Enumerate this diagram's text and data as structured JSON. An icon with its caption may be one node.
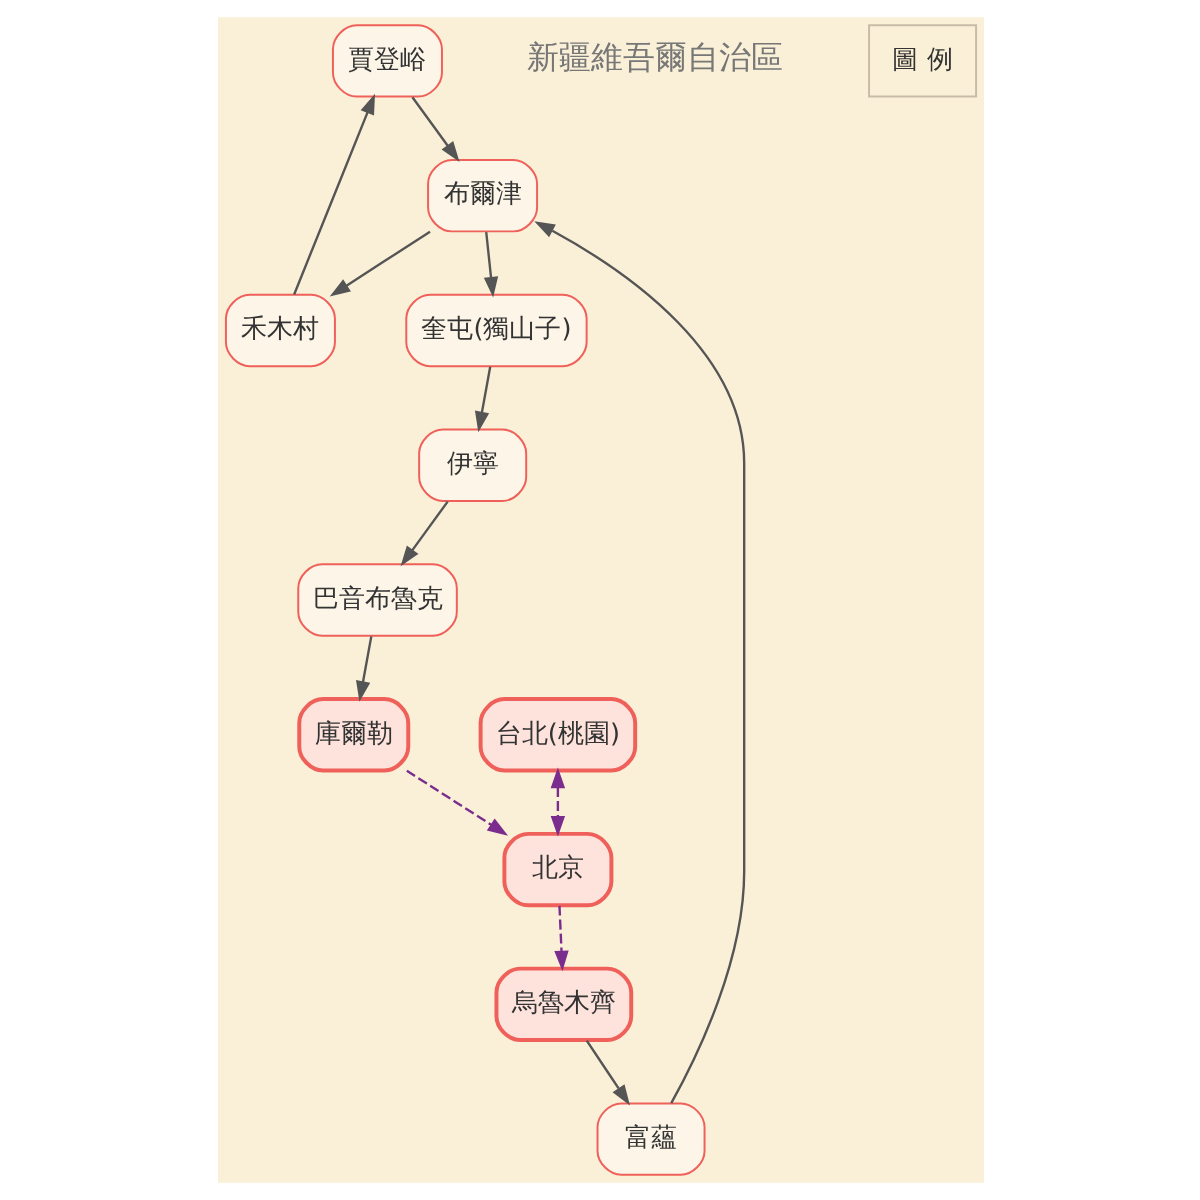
{
  "diagram": {
    "nodes": [
      {
        "text": [
          "賈登峪"
        ]
      },
      {
        "text": [
          "禾木村"
        ]
      },
      {
        "text": [
          "布爾津"
        ]
      },
      {
        "text": [
          "富蘊"
        ]
      },
      {
        "text": [
          "伊寧"
        ]
      },
      {
        "text": [
          "奎屯(獨山子)"
        ]
      },
      {
        "text": [
          "烏魯木齊"
        ]
      },
      {
        "text": [
          "巴音布魯克"
        ]
      },
      {
        "text": [
          "庫爾勒"
        ]
      },
      {
        "text": [
          "北京"
        ]
      },
      {
        "text": [
          "台北(桃園)"
        ]
      }
    ],
    "edges": [
      {
        "from": 10,
        "to": 9,
        "arrow": "both",
        "style": "dashed",
        "color": "#7b2d8e"
      },
      {
        "from": 9,
        "to": 6,
        "arrow": "to",
        "style": "dashed",
        "color": "#7b2d8e"
      },
      {
        "from": 6,
        "to": 3,
        "arrow": "to"
      },
      {
        "from": 3,
        "to": 2,
        "arrow": "to"
      },
      {
        "from": 2,
        "to": 1,
        "arrow": "to"
      },
      {
        "from": 1,
        "to": 0,
        "arrow": "to"
      },
      {
        "from": 0,
        "to": 2,
        "arrow": "to"
      },
      {
        "from": 2,
        "to": 5,
        "arrow": "to"
      },
      {
        "from": 5,
        "to": 4,
        "arrow": "to"
      },
      {
        "from": 4,
        "to": 7,
        "arrow": "to"
      },
      {
        "from": 7,
        "to": 8,
        "arrow": "to"
      },
      {
        "from": 8,
        "to": 9,
        "arrow": "to",
        "style": "dashed",
        "color": "#7b2d8e"
      }
    ],
    "labels": [
      "新疆維吾爾自治區",
      "圖 例"
    ]
  }
}
